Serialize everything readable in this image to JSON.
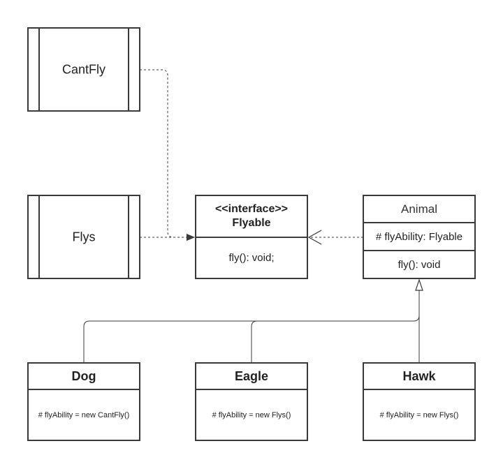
{
  "diagram": {
    "cantfly": {
      "label": "CantFly"
    },
    "flys": {
      "label": "Flys"
    },
    "flyable": {
      "stereotype": "<<interface>>",
      "name": "Flyable",
      "method": "fly(): void;"
    },
    "animal": {
      "name": "Animal",
      "attribute": "# flyAbility: Flyable",
      "method": "fly(): void"
    },
    "dog": {
      "name": "Dog",
      "body": "# flyAbility = new CantFly()"
    },
    "eagle": {
      "name": "Eagle",
      "body": "# flyAbility = new Flys()"
    },
    "hawk": {
      "name": "Hawk",
      "body": "# flyAbility = new Flys()"
    }
  },
  "colors": {
    "line": "#3a3a3a",
    "background": "#ffffff"
  }
}
